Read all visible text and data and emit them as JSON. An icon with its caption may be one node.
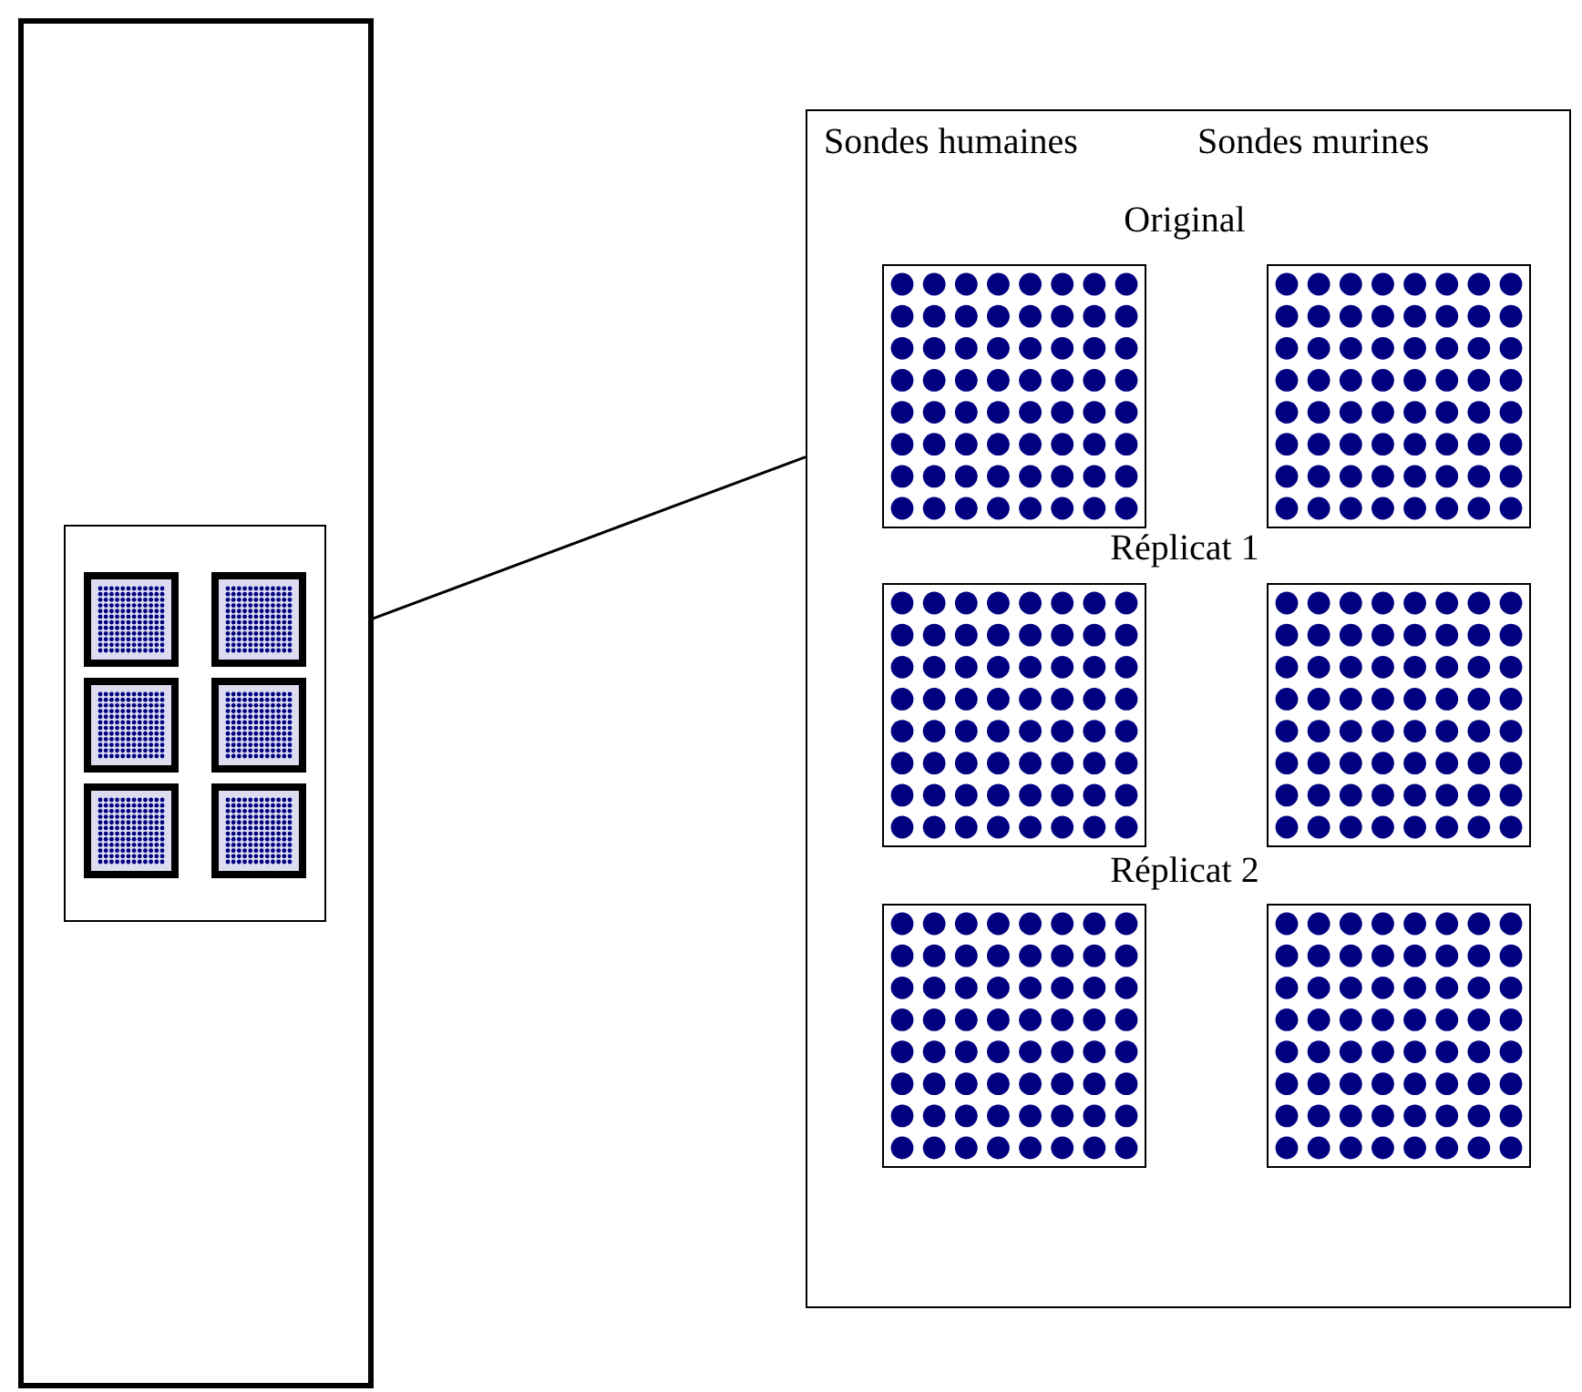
{
  "diagram": {
    "nodes": [
      {
        "text": [],
        "shape": "box"
      },
      {
        "text": [],
        "shape": "box",
        "in": 0
      },
      {
        "text": [],
        "shape": "box"
      }
    ],
    "edges": [
      {
        "from": 1,
        "to": 2,
        "arrow": "none"
      }
    ],
    "labels": [
      "Sondes humaines",
      "Sondes murines",
      "Original",
      "Réplicat 1",
      "Réplicat 2"
    ]
  }
}
